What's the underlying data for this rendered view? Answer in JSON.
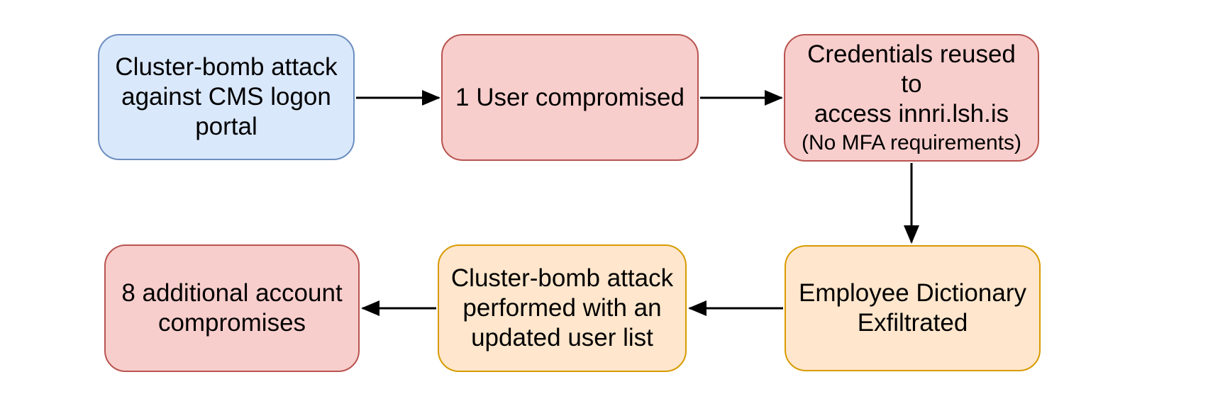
{
  "diagram": {
    "type": "flowchart",
    "nodes": [
      {
        "id": "cms-cluster-bomb",
        "label": "Cluster-bomb attack\nagainst CMS logon\nportal",
        "color": "blue"
      },
      {
        "id": "user-compromised",
        "label": "1 User compromised",
        "color": "red"
      },
      {
        "id": "credentials-reused",
        "label": "Credentials reused to\naccess innri.lsh.is",
        "sublabel": "(No MFA requirements)",
        "color": "red"
      },
      {
        "id": "dictionary-exfiltrated",
        "label": "Employee Dictionary\nExfiltrated",
        "color": "orange"
      },
      {
        "id": "updated-cluster-bomb",
        "label": "Cluster-bomb attack\nperformed with an\nupdated user list",
        "color": "orange"
      },
      {
        "id": "additional-compromises",
        "label": "8 additional account\ncompromises",
        "color": "red"
      }
    ],
    "edges": [
      {
        "from": "cms-cluster-bomb",
        "to": "user-compromised",
        "direction": "right"
      },
      {
        "from": "user-compromised",
        "to": "credentials-reused",
        "direction": "right"
      },
      {
        "from": "credentials-reused",
        "to": "dictionary-exfiltrated",
        "direction": "down"
      },
      {
        "from": "dictionary-exfiltrated",
        "to": "updated-cluster-bomb",
        "direction": "left"
      },
      {
        "from": "updated-cluster-bomb",
        "to": "additional-compromises",
        "direction": "left"
      }
    ]
  },
  "palette": {
    "background": "#ffffff",
    "text-color": "#000000",
    "arrow-color": "#000000",
    "node-blue-fill": "#dae8fc",
    "node-blue-stroke": "#6c8ebf",
    "node-red-fill": "#f8cecc",
    "node-red-stroke": "#b85450",
    "node-orange-fill": "#ffe6cc",
    "node-orange-stroke": "#d79b00"
  }
}
